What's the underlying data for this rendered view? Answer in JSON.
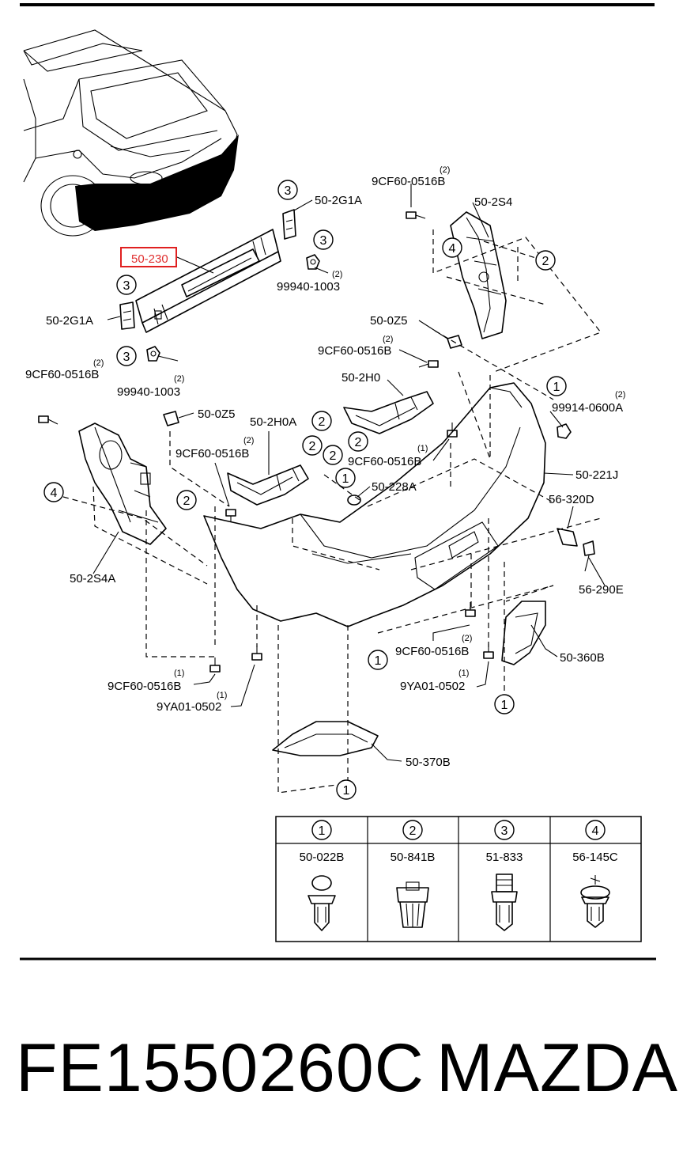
{
  "labels": {
    "p50_230": "50-230",
    "p50_2G1A_top": "50-2G1A",
    "p50_2G1A_left": "50-2G1A",
    "p9CF_top": "9CF60-0516B",
    "p9CF_top_qty": "(2)",
    "p50_2S4": "50-2S4",
    "p99940_right": "99940-1003",
    "p99940_right_qty": "(2)",
    "p99940_left": "99940-1003",
    "p99940_left_qty": "(2)",
    "p9CF_left": "9CF60-0516B",
    "p9CF_left_qty": "(2)",
    "p50_0Z5_top": "50-0Z5",
    "p9CF_mid": "9CF60-0516B",
    "p9CF_mid_qty": "(2)",
    "p50_2H0": "50-2H0",
    "p99914": "99914-0600A",
    "p99914_qty": "(2)",
    "p50_0Z5_left": "50-0Z5",
    "p50_2H0A": "50-2H0A",
    "p9CF_left2": "9CF60-0516B",
    "p9CF_left2_qty": "(2)",
    "p9CF_mid2": "9CF60-0516B",
    "p9CF_mid2_qty": "(1)",
    "p50_228A": "50-228A",
    "p50_221J": "50-221J",
    "p56_320D": "56-320D",
    "p50_2S4A": "50-2S4A",
    "p56_290E": "56-290E",
    "p9CF_bottom_right": "9CF60-0516B",
    "p9CF_bottom_right_qty": "(2)",
    "p50_360B": "50-360B",
    "p9YA_right": "9YA01-0502",
    "p9YA_right_qty": "(1)",
    "p9CF_bottom_left": "9CF60-0516B",
    "p9CF_bottom_left_qty": "(1)",
    "p9YA_left": "9YA01-0502",
    "p9YA_left_qty": "(1)",
    "p50_370B": "50-370B"
  },
  "callouts": {
    "c1": "1",
    "c2": "2",
    "c3": "3",
    "c4": "4"
  },
  "legend_table": {
    "headers": [
      "1",
      "2",
      "3",
      "4"
    ],
    "parts": [
      "50-022B",
      "50-841B",
      "51-833",
      "56-145C"
    ]
  },
  "footer": {
    "part_number": "FE1550260C",
    "brand": "MAZDA"
  },
  "colors": {
    "highlight": "#e02020",
    "ink": "#000000"
  }
}
